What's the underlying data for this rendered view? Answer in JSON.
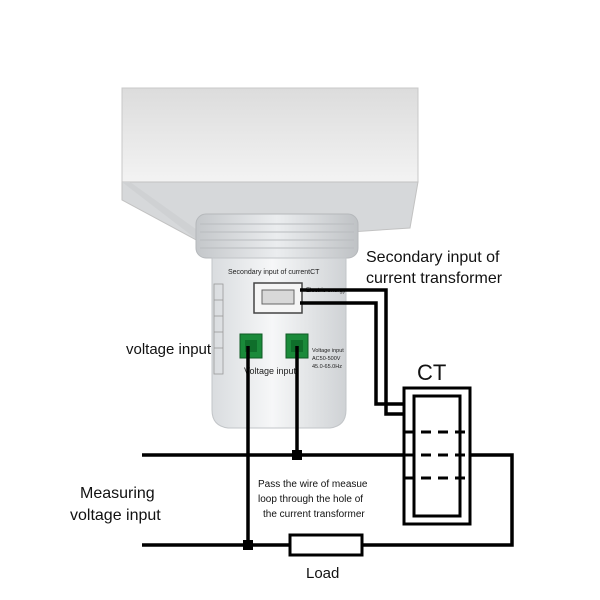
{
  "device": {
    "panel_label": "Secondary input of currentCT",
    "electric_label": "Electric energy",
    "voltage_port_label": "Voltage input",
    "side_label": "Voltage input",
    "side_spec": "AC50-500V",
    "side_freq": "45.0-65.0Hz"
  },
  "annotations": {
    "ct_secondary_line1": "Secondary input of",
    "ct_secondary_line2": "current transformer",
    "voltage_input": "voltage input",
    "measuring_line1": "Measuring",
    "measuring_line2": "voltage input",
    "pass_wire_line1": "Pass the wire of measue",
    "pass_wire_line2": "loop through the hole of",
    "pass_wire_line3": "the current transformer",
    "ct": "CT",
    "load": "Load"
  },
  "colors": {
    "wire": "#000000",
    "body": "#eef0f2",
    "terminal": "#1a8a3a"
  }
}
